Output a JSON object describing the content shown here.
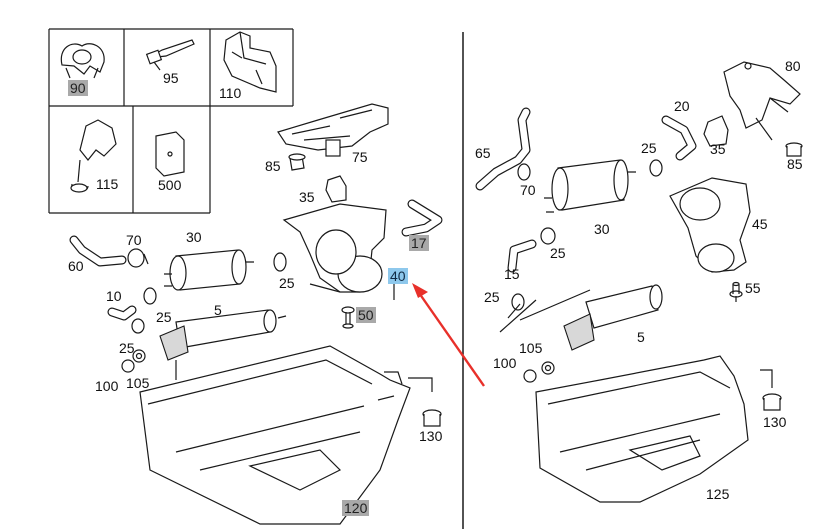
{
  "callouts": {
    "c90": "90",
    "c95": "95",
    "c110": "110",
    "c115": "115",
    "c500": "500",
    "l85": "85",
    "l75": "75",
    "l35": "35",
    "l17": "17",
    "l40": "40",
    "l50": "50",
    "l70": "70",
    "l30": "30",
    "l60": "60",
    "l25a": "25",
    "l10": "10",
    "l25b": "25",
    "l5": "5",
    "l25c": "25",
    "l100": "100",
    "l105": "105",
    "l130": "130",
    "l120": "120",
    "r80": "80",
    "r20": "20",
    "r65": "65",
    "r25a": "25",
    "r35": "35",
    "r85": "85",
    "r70": "70",
    "r45": "45",
    "r30": "30",
    "r25b": "25",
    "r15": "15",
    "r55": "55",
    "r25c": "25",
    "r105": "105",
    "r5": "5",
    "r100": "100",
    "r130": "130",
    "r125": "125"
  },
  "highlight": {
    "selected_part": "40",
    "arrow_color": "#e8302a",
    "selected_bg": "#8ec8ec",
    "other_bg": "#a9a9a9"
  }
}
